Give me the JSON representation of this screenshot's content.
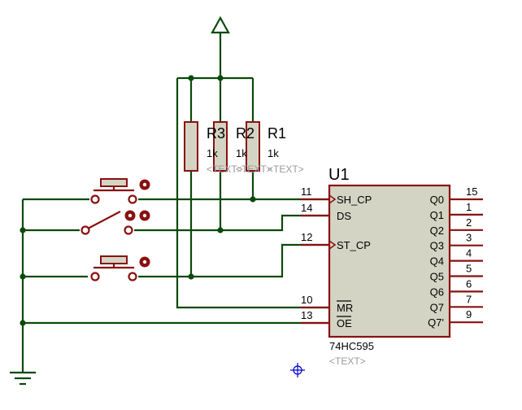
{
  "ic": {
    "ref": "U1",
    "part": "74HC595",
    "text_placeholder": "<TEXT>",
    "left_pins": [
      {
        "num": "11",
        "name": "SH_CP",
        "clock": true,
        "overbar": false
      },
      {
        "num": "14",
        "name": "DS",
        "clock": false,
        "overbar": false
      },
      {
        "num": "12",
        "name": "ST_CP",
        "clock": true,
        "overbar": false
      },
      {
        "num": "10",
        "name": "MR",
        "clock": false,
        "overbar": true
      },
      {
        "num": "13",
        "name": "OE",
        "clock": false,
        "overbar": true
      }
    ],
    "right_pins": [
      {
        "num": "15",
        "name": "Q0"
      },
      {
        "num": "1",
        "name": "Q1"
      },
      {
        "num": "2",
        "name": "Q2"
      },
      {
        "num": "3",
        "name": "Q3"
      },
      {
        "num": "4",
        "name": "Q4"
      },
      {
        "num": "5",
        "name": "Q5"
      },
      {
        "num": "6",
        "name": "Q6"
      },
      {
        "num": "7",
        "name": "Q7"
      },
      {
        "num": "9",
        "name": "Q7'"
      }
    ]
  },
  "resistors": [
    {
      "ref": "R3",
      "value": "1k",
      "text": "<TEXT>"
    },
    {
      "ref": "R2",
      "value": "1k",
      "text": "<TEXT>"
    },
    {
      "ref": "R1",
      "value": "1k",
      "text": "<TEXT>"
    }
  ],
  "colors": {
    "wire": "#0a4a0a",
    "component": "#8a1010",
    "ic_fill": "#d4d4c4",
    "placeholder_text": "#9a9a9a",
    "origin_marker": "#0000cc"
  },
  "icons": {
    "power": "power-terminal-icon",
    "ground": "ground-terminal-icon",
    "origin": "origin-marker-icon"
  }
}
